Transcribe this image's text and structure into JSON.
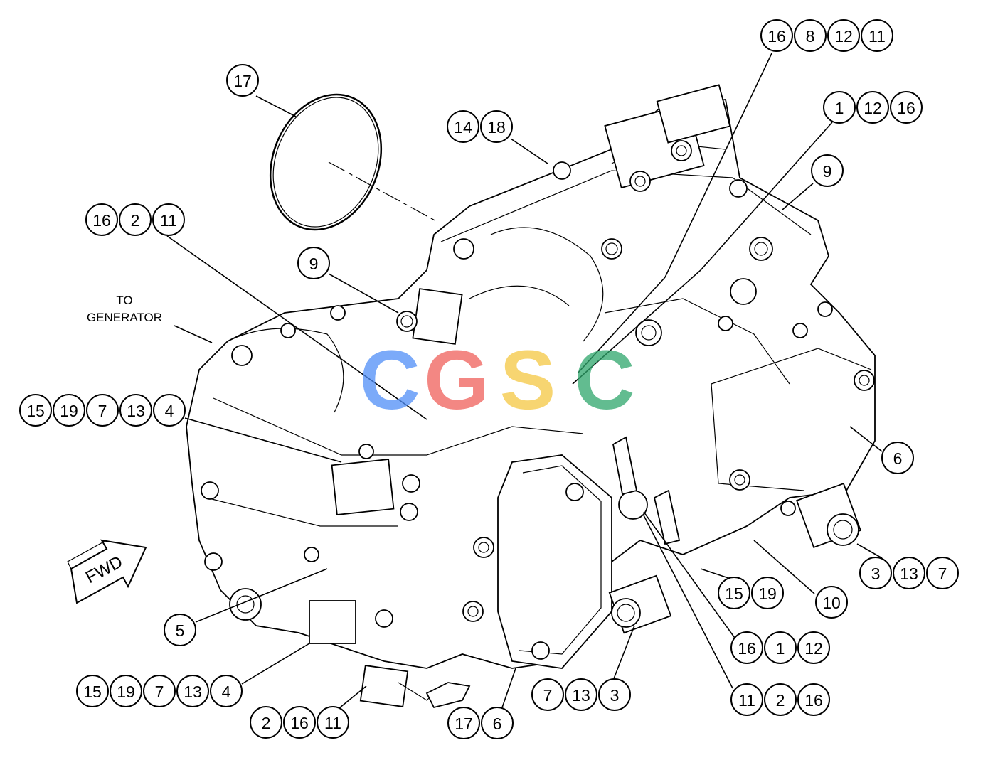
{
  "diagram": {
    "labels": {
      "to_generator_line1": "TO",
      "to_generator_line2": "GENERATOR",
      "fwd": "FWD"
    },
    "watermark": {
      "letters": [
        "C",
        "G",
        "S",
        "C"
      ],
      "colors": [
        "#4f8ef7",
        "#f0605a",
        "#f5c842",
        "#2ea66b"
      ]
    },
    "callouts": [
      {
        "id": "c-17-top",
        "numbers": [
          "17"
        ]
      },
      {
        "id": "c-16-8-12-11",
        "numbers": [
          "16",
          "8",
          "12",
          "11"
        ]
      },
      {
        "id": "c-14-18",
        "numbers": [
          "14",
          "18"
        ]
      },
      {
        "id": "c-1-12-16",
        "numbers": [
          "1",
          "12",
          "16"
        ]
      },
      {
        "id": "c-9-right",
        "numbers": [
          "9"
        ]
      },
      {
        "id": "c-16-2-11-top",
        "numbers": [
          "16",
          "2",
          "11"
        ]
      },
      {
        "id": "c-9-left",
        "numbers": [
          "9"
        ]
      },
      {
        "id": "c-15-19-7-13-4-top",
        "numbers": [
          "15",
          "19",
          "7",
          "13",
          "4"
        ]
      },
      {
        "id": "c-6-right",
        "numbers": [
          "6"
        ]
      },
      {
        "id": "c-3-13-7",
        "numbers": [
          "3",
          "13",
          "7"
        ]
      },
      {
        "id": "c-15-19",
        "numbers": [
          "15",
          "19"
        ]
      },
      {
        "id": "c-10",
        "numbers": [
          "10"
        ]
      },
      {
        "id": "c-5",
        "numbers": [
          "5"
        ]
      },
      {
        "id": "c-16-1-12",
        "numbers": [
          "16",
          "1",
          "12"
        ]
      },
      {
        "id": "c-15-19-7-13-4-bottom",
        "numbers": [
          "15",
          "19",
          "7",
          "13",
          "4"
        ]
      },
      {
        "id": "c-7-13-3",
        "numbers": [
          "7",
          "13",
          "3"
        ]
      },
      {
        "id": "c-11-2-16",
        "numbers": [
          "11",
          "2",
          "16"
        ]
      },
      {
        "id": "c-2-16-11",
        "numbers": [
          "2",
          "16",
          "11"
        ]
      },
      {
        "id": "c-17-6",
        "numbers": [
          "17",
          "6"
        ]
      }
    ]
  }
}
